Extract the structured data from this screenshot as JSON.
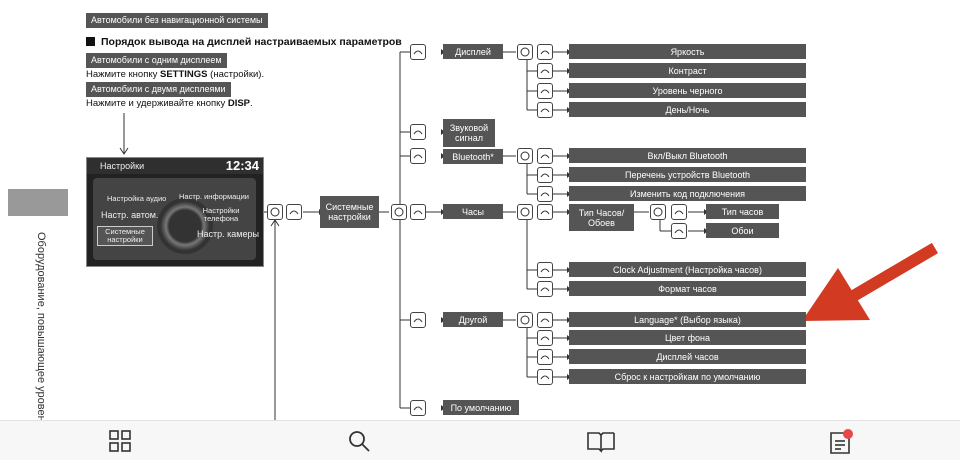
{
  "doc": {
    "tag_no_nav": "Автомобили без навигационной системы",
    "heading": "Порядок вывода на дисплей настраиваемых параметров",
    "tag_one_display": "Автомобили с одним дисплеем",
    "instr1_pre": "Нажмите кнопку ",
    "instr1_bold": "SETTINGS",
    "instr1_post": " (настройки).",
    "tag_two_displays": "Автомобили с двумя дисплеями",
    "instr2_pre": "Нажмите и удерживайте кнопку ",
    "instr2_bold": "DISP",
    "instr2_post": ".",
    "side_text": "Оборудование, повышающее уровень ком"
  },
  "screen": {
    "title": "Настройки",
    "clock": "12:34",
    "items": {
      "audio": "Настройка аудио",
      "info": "Настр. информации",
      "auto": "Настр. автом.",
      "phone": "Настройки телефона",
      "system": "Системные настройки",
      "camera": "Настр. камеры"
    }
  },
  "tree": {
    "system": "Системные настройки",
    "display": "Дисплей",
    "display_items": [
      "Яркость",
      "Контраст",
      "Уровень черного",
      "День/Ночь"
    ],
    "beep": "Звуковой сигнал",
    "bluetooth": "Bluetooth*",
    "bt_items": [
      "Вкл/Выкл Bluetooth",
      "Перечень устройств Bluetooth",
      "Изменить код подключения"
    ],
    "clock": "Часы",
    "clock_type": "Тип Часов/ Обоев",
    "clock_type_items": [
      "Тип часов",
      "Обои"
    ],
    "clock_items": [
      "Clock Adjustment (Настройка часов)",
      "Формат часов"
    ],
    "other": "Другой",
    "other_items": [
      "Language* (Выбор языка)",
      "Цвет фона",
      "Дисплей часов",
      "Сброс к настройкам по умолчанию"
    ],
    "default": "По умолчанию"
  },
  "colors": {
    "arrow": "#d23a22",
    "box": "#555555",
    "badge": "#e8474a"
  },
  "bottom_nav": {
    "icons": [
      "grid-icon",
      "search-icon",
      "book-icon",
      "notes-icon"
    ],
    "badge": true
  }
}
